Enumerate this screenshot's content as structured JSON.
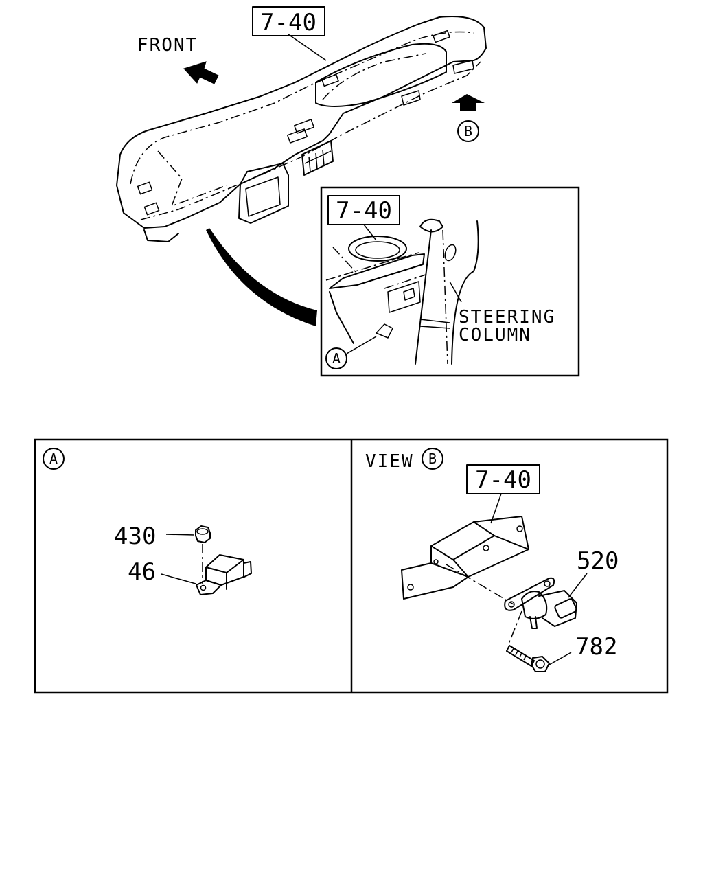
{
  "labels": {
    "ref_7_40": "7-40",
    "front": "FRONT",
    "view_b": "B",
    "view_a": "A",
    "steering_line1": "STEERING",
    "steering_line2": "COLUMN",
    "view_prefix": "VIEW",
    "part_430": "430",
    "part_46": "46",
    "part_520": "520",
    "part_782": "782"
  },
  "icons": {
    "front_arrow": "arrow-up-left-icon",
    "view_arrow": "arrow-down-icon"
  }
}
